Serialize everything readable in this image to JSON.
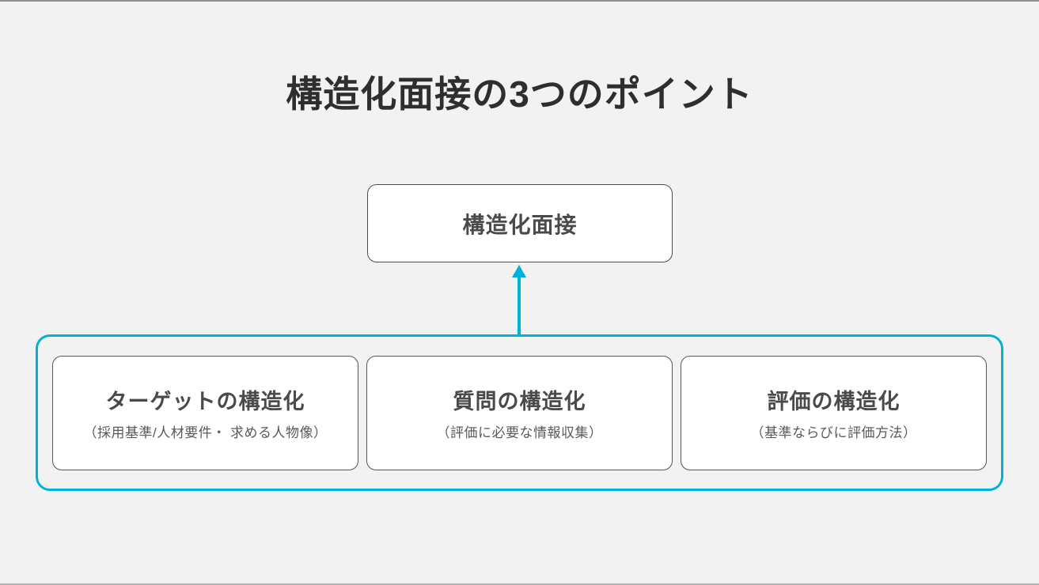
{
  "page": {
    "background_color": "#f2f2f2",
    "accent_color": "#00b2d6",
    "text_color": "#4a4a4a"
  },
  "title": "構造化面接の3つのポイント",
  "diagram": {
    "root": {
      "label": "構造化面接"
    },
    "arrow": {
      "direction": "up",
      "color": "#00b2d6"
    },
    "cards": [
      {
        "title": "ターゲットの構造化",
        "subtitle": "（採用基準/人材要件・ 求める人物像）"
      },
      {
        "title": "質問の構造化",
        "subtitle": "（評価に必要な情報収集）"
      },
      {
        "title": "評価の構造化",
        "subtitle": "（基準ならびに評価方法）"
      }
    ]
  }
}
